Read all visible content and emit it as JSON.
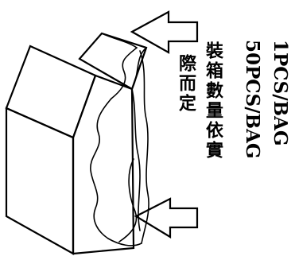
{
  "labels": {
    "qty_per_bag": "1PCS/BAG",
    "qty_per_bag_b": "50PCS/BAG",
    "packing_note_line1": "裝箱數量依實",
    "packing_note_line2": "際而定"
  },
  "icons": {
    "top_arrow": "arrow-left-icon",
    "bottom_arrow": "arrow-left-icon",
    "box": "carton-box-icon",
    "bag": "plastic-bag-icon"
  },
  "colors": {
    "ink": "#000000",
    "paper": "#ffffff"
  }
}
